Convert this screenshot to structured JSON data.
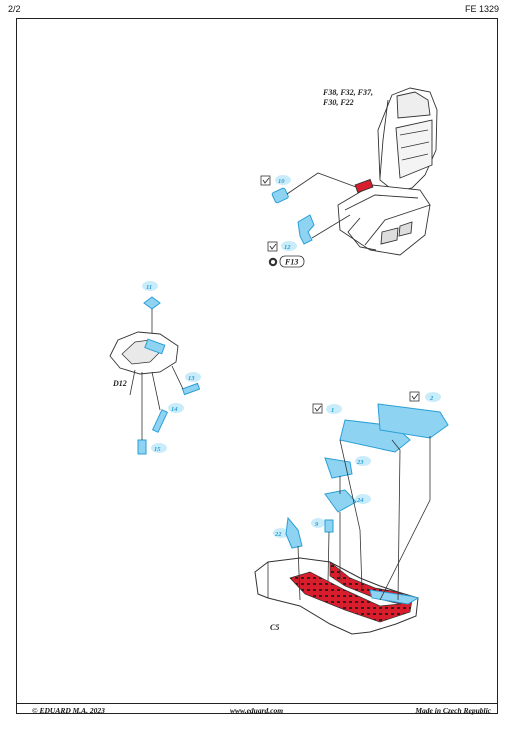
{
  "header": {
    "page": "2/2",
    "code": "FE 1329"
  },
  "footer": {
    "copyright": "© EDUARD  M.A. 2023",
    "website": "www.eduard.com",
    "made_in": "Made in Czech Republic"
  },
  "seat": {
    "parts_label_line1": "F38, F32, F37,",
    "parts_label_line2": "F30, F22",
    "remove_label": "F13"
  },
  "side_part_label": "D12",
  "tub_label": "C5",
  "part_numbers": {
    "p1": "1",
    "p2": "2",
    "p9": "9",
    "p10": "10",
    "p11": "11",
    "p12": "12",
    "p13": "13",
    "p14": "14",
    "p15": "15",
    "p22": "22",
    "p23": "23",
    "p24": "24"
  },
  "colors": {
    "photo_etch": "#2a9fd6",
    "pe_fill": "#8fd3f2",
    "red_decal": "#d81e2c",
    "frame": "#222222"
  }
}
